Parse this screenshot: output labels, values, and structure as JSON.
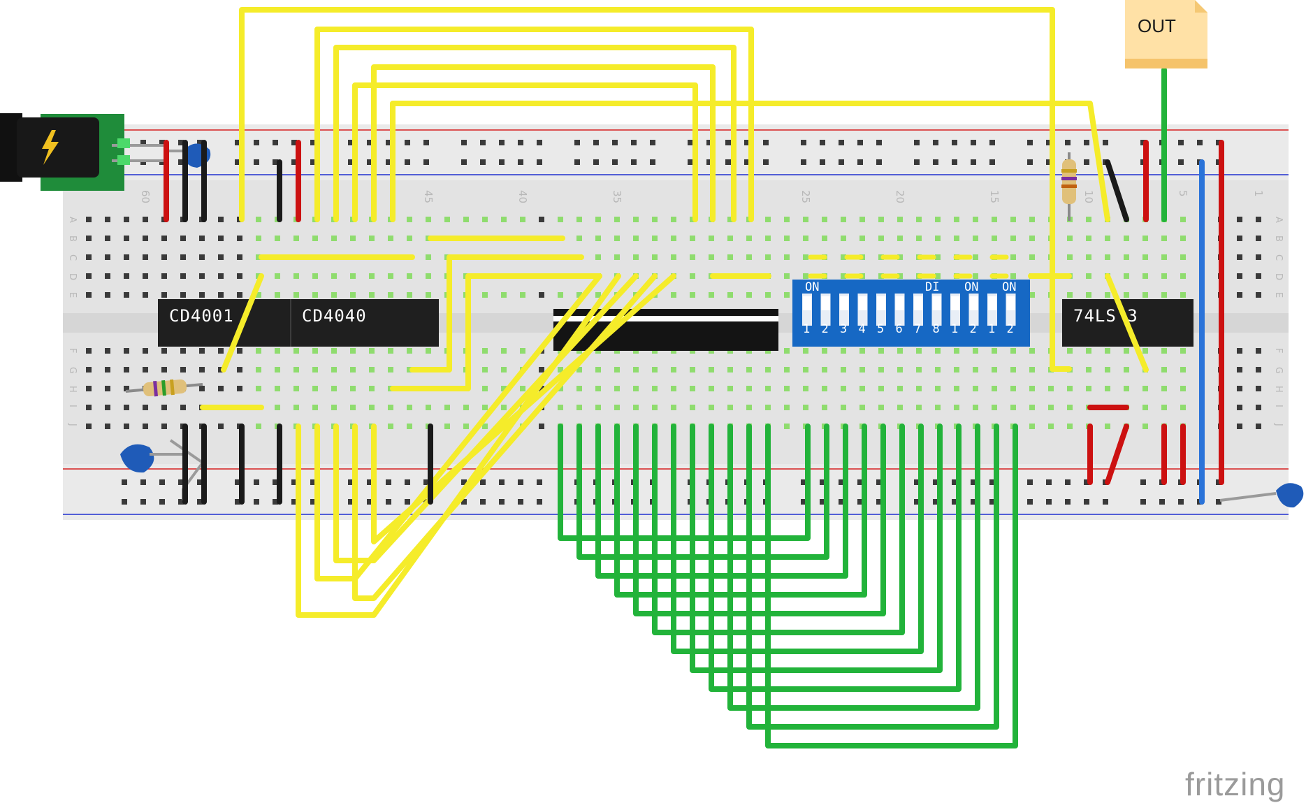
{
  "breadboard": {
    "column_numbers": [
      "60",
      "45",
      "40",
      "35",
      "25",
      "20",
      "15",
      "10",
      "5",
      "1"
    ],
    "row_letters_top": [
      "A",
      "B",
      "C",
      "D",
      "E"
    ],
    "row_letters_bottom": [
      "F",
      "G",
      "H",
      "I",
      "J"
    ]
  },
  "chips": {
    "cd4001": "CD4001",
    "cd4040": "CD4040",
    "ls": "74LS 3"
  },
  "dip_switch": {
    "on_labels": [
      "ON",
      "ON",
      "ON"
    ],
    "di_label": "DI",
    "numbers": [
      "1",
      "2",
      "3",
      "4",
      "5",
      "6",
      "7",
      "8",
      "1",
      "2",
      "1",
      "2"
    ]
  },
  "output_note": "OUT",
  "brand": "fritzing",
  "colors": {
    "yellow_wire": "#f5ec2a",
    "green_wire": "#22b33a",
    "red_wire": "#cc1111",
    "black_wire": "#1a1a1a",
    "blue_wire": "#2a73d9",
    "chip_body": "#1f1f1f",
    "dip_body": "#1668c4"
  }
}
